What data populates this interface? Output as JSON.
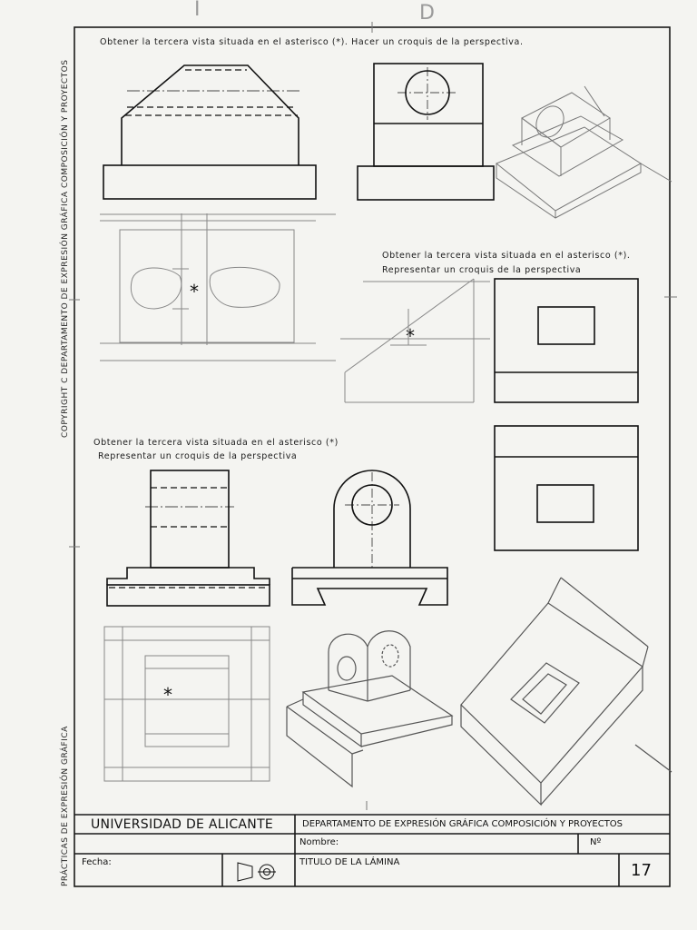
{
  "margin_left_top": "COPYRIGHT C DEPARTAMENTO DE EXPRESIÓN GRÁFICA COMPOSICIÓN Y PROYECTOS",
  "margin_left_bottom": "PRÁCTICAS DE EXPRESIÓN GRÁFICA",
  "pencil_marks": {
    "left": "I",
    "right": "D"
  },
  "exercises": {
    "ex1": {
      "instruction": "Obtener la tercera vista situada en el asterisco (*). Hacer un croquis de la perspectiva."
    },
    "ex2": {
      "instruction_1": "Obtener la tercera vista situada en el asterisco (*).",
      "instruction_2": "Representar un croquis de la perspectiva"
    },
    "ex3": {
      "instruction_1": "Obtener la tercera vista situada en el asterisco (*)",
      "instruction_2": "Representar un croquis de la perspectiva"
    }
  },
  "asterisk": "*",
  "title_block": {
    "university": "UNIVERSIDAD DE ALICANTE",
    "department": "DEPARTAMENTO DE EXPRESIÓN GRÁFICA COMPOSICIÓN Y PROYECTOS",
    "name_label": "Nombre:",
    "number_label": "Nº",
    "date_label": "Fecha:",
    "sheet_title_label": "TITULO DE LA LÁMINA",
    "sheet_number": "17"
  }
}
